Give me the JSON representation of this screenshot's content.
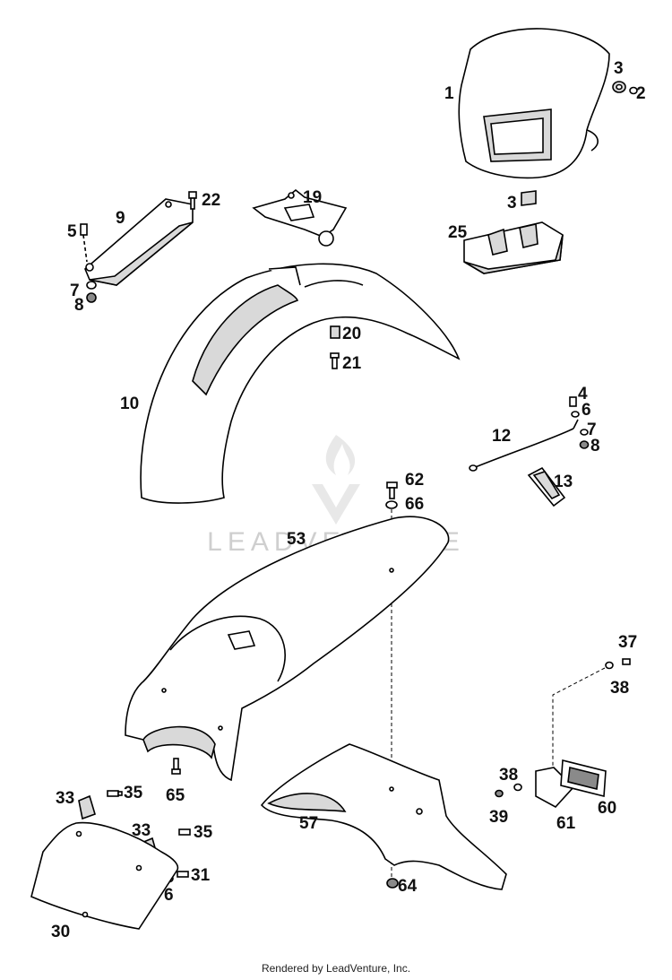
{
  "watermark": "LEADVENTURE",
  "footer": "Rendered by LeadVenture, Inc.",
  "callouts": {
    "c1": "1",
    "c2": "2",
    "c3a": "3",
    "c3b": "3",
    "c4": "4",
    "c5": "5",
    "c6a": "6",
    "c6b": "6",
    "c7a": "7",
    "c7b": "7",
    "c8a": "8",
    "c8b": "8",
    "c9": "9",
    "c10": "10",
    "c12": "12",
    "c13": "13",
    "c19": "19",
    "c20": "20",
    "c21": "21",
    "c22": "22",
    "c25": "25",
    "c30": "30",
    "c31": "31",
    "c33a": "33",
    "c33b": "33",
    "c35a": "35",
    "c35b": "35",
    "c37": "37",
    "c38a": "38",
    "c38b": "38",
    "c39": "39",
    "c53": "53",
    "c57": "57",
    "c60": "60",
    "c61": "61",
    "c62": "62",
    "c64": "64",
    "c65": "65",
    "c66": "66"
  }
}
